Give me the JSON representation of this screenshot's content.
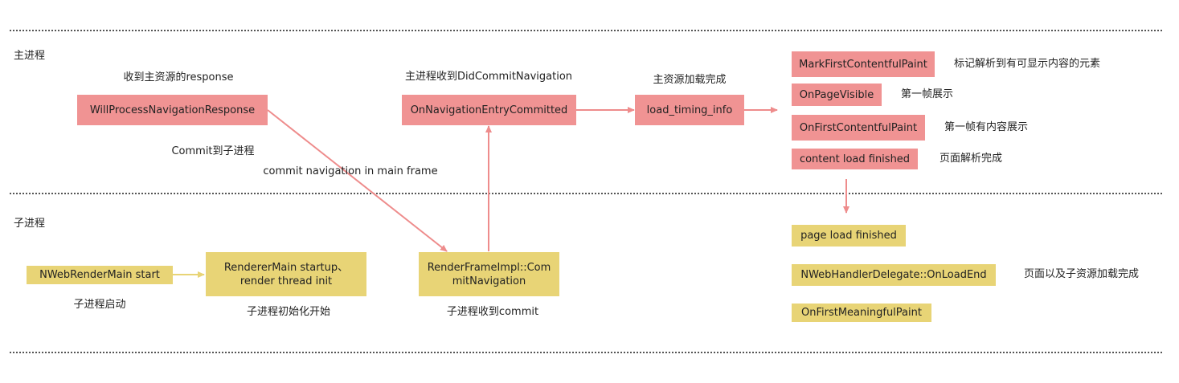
{
  "lanes": {
    "main": {
      "label": "主进程"
    },
    "child": {
      "label": "子进程"
    }
  },
  "nodes": {
    "will_process": "WillProcessNavigationResponse",
    "on_nav_entry_committed": "OnNavigationEntryCommitted",
    "load_timing_info": "load_timing_info",
    "mark_first_contentful_paint": "MarkFirstContentfulPaint",
    "on_page_visible": "OnPageVisible",
    "on_first_contentful_paint": "OnFirstContentfulPaint",
    "content_load_finished": "content load finished",
    "nweb_render_main_start": "NWebRenderMain start",
    "renderer_main_startup": "RendererMain startup、\nrender thread init",
    "render_frame_impl_commit": "RenderFrameImpl::Com\nmitNavigation",
    "page_load_finished": "page load finished",
    "nweb_handler_on_load_end": "NWebHandlerDelegate::OnLoadEnd",
    "on_first_meaningful_paint": "OnFirstMeaningfulPaint"
  },
  "notes": {
    "receive_main_response": "收到主资源的response",
    "main_receives_did_commit": "主进程收到DidCommitNavigation",
    "main_resource_loaded": "主资源加载完成",
    "mark_parse_visible": "标记解析到有可显示内容的元素",
    "first_frame_shown": "第一帧展示",
    "first_frame_content_shown": "第一帧有内容展示",
    "page_parse_complete": "页面解析完成",
    "commit_to_child": "Commit到子进程",
    "commit_nav_main_frame": "commit navigation in main frame",
    "child_process_start": "子进程启动",
    "child_init_start": "子进程初始化开始",
    "child_receives_commit": "子进程收到commit",
    "page_and_subresources_loaded": "页面以及子资源加载完成"
  },
  "colors": {
    "pink_node": "#f09393",
    "yellow_node": "#e8d476",
    "pink_arrow": "#ee8c8c",
    "yellow_arrow": "#e8d476",
    "lane_divider": "#555555"
  }
}
